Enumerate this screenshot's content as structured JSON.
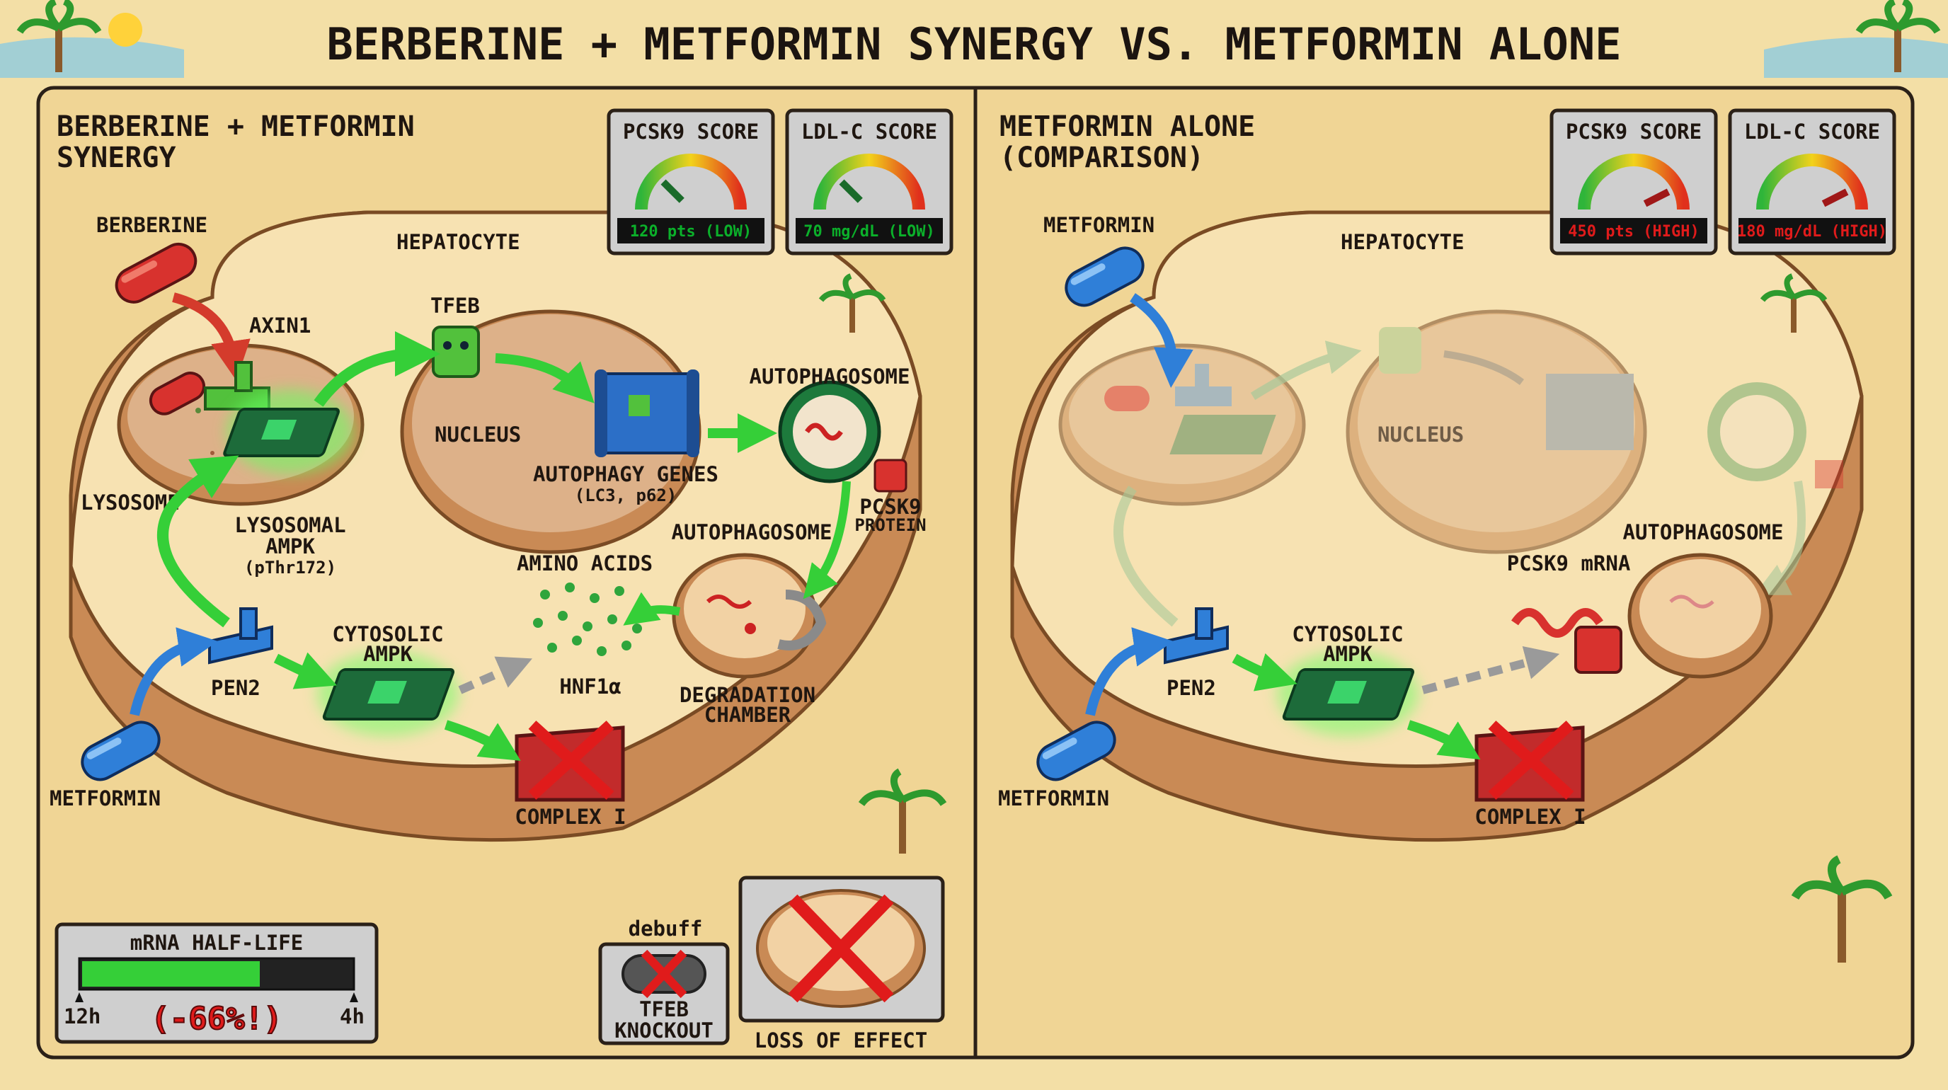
{
  "title": "BERBERINE + METFORMIN SYNERGY VS. METFORMIN ALONE",
  "left": {
    "heading_line1": "BERBERINE + METFORMIN",
    "heading_line2": "SYNERGY",
    "gauges": [
      {
        "title": "PCSK9 SCORE",
        "value": "120 pts (LOW)",
        "level": 0.25,
        "status_color": "#0bb02a"
      },
      {
        "title": "LDL-C SCORE",
        "value": "70 mg/dL (LOW)",
        "level": 0.25,
        "status_color": "#0bb02a"
      }
    ],
    "labels": {
      "berberine": "BERBERINE",
      "hepatocyte": "HEPATOCYTE",
      "tfeb": "TFEB",
      "axin1": "AXIN1",
      "autophagosome_top": "AUTOPHAGOSOME",
      "nucleus": "NUCLEUS",
      "autophagy_genes": "AUTOPHAGY GENES",
      "autophagy_genes_sub": "(LC3, p62)",
      "lysosome": "LYSOSOME",
      "lysosomal_ampk_1": "LYSOSOMAL",
      "lysosomal_ampk_2": "AMPK",
      "lysosomal_ampk_3": "(pThr172)",
      "pcsk9_protein_1": "PCSK9",
      "pcsk9_protein_2": "PROTEIN",
      "autophagosome_mid": "AUTOPHAGOSOME",
      "amino_acids": "AMINO ACIDS",
      "cytosolic_ampk_1": "CYTOSOLIC",
      "cytosolic_ampk_2": "AMPK",
      "pen2": "PEN2",
      "hnf1a": "HNF1α",
      "degradation_1": "DEGRADATION",
      "degradation_2": "CHAMBER",
      "metformin": "METFORMIN",
      "complex1": "COMPLEX I"
    },
    "half_life": {
      "title": "mRNA HALF-LIFE",
      "start": "12h",
      "end": "4h",
      "change": "(-66%!)",
      "fill": 0.66
    },
    "debuff": {
      "tag": "debuff",
      "line1": "TFEB",
      "line2": "KNOCKOUT"
    },
    "loss": {
      "label": "LOSS OF EFFECT"
    }
  },
  "right": {
    "heading_line1": "METFORMIN ALONE",
    "heading_line2": "(COMPARISON)",
    "gauges": [
      {
        "title": "PCSK9 SCORE",
        "value": "450 pts (HIGH)",
        "level": 0.85,
        "status_color": "#e01b1b"
      },
      {
        "title": "LDL-C SCORE",
        "value": "180 mg/dL (HIGH)",
        "level": 0.85,
        "status_color": "#e01b1b"
      }
    ],
    "labels": {
      "metformin_top": "METFORMIN",
      "hepatocyte": "HEPATOCYTE",
      "nucleus": "NUCLEUS",
      "autophagosome": "AUTOPHAGOSOME",
      "pcsk9_mrna": "PCSK9 mRNA",
      "cytosolic_ampk_1": "CYTOSOLIC",
      "cytosolic_ampk_2": "AMPK",
      "pen2": "PEN2",
      "metformin_bottom": "METFORMIN",
      "complex1": "COMPLEX I"
    }
  },
  "colors": {
    "background": "#f3dfa6",
    "panel": "#f0d595",
    "cell": "#f7e2b2",
    "green": "#2fcf3c",
    "blue": "#2f7fd8",
    "red": "#d8322e",
    "gauge_bg": "#cfcfcf"
  }
}
